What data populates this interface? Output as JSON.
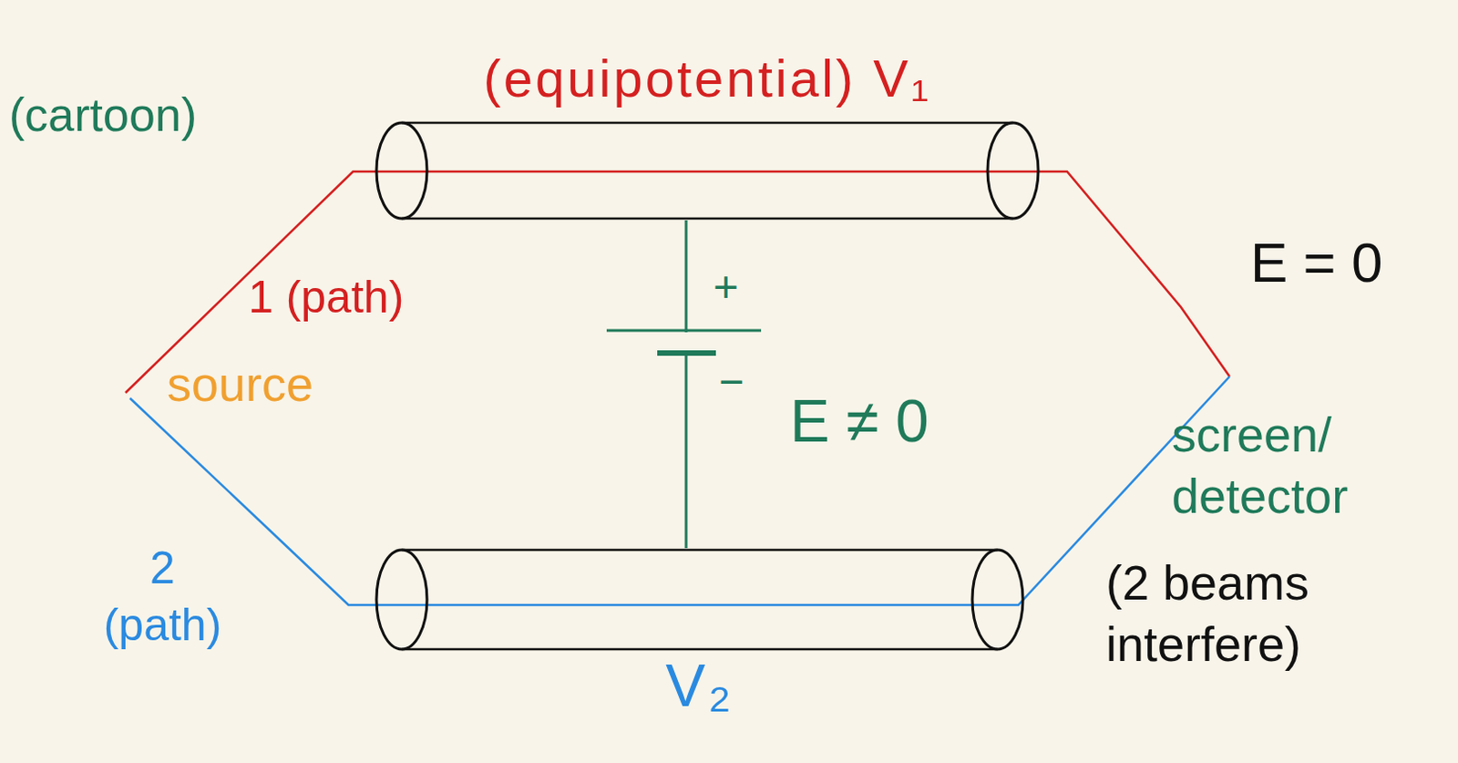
{
  "diagram": {
    "nodes": [
      {
        "text": [
          "(equipotential) V₁"
        ]
      },
      {
        "text": [
          "V₂"
        ]
      }
    ],
    "edges": [
      {
        "from": 0,
        "to": 1,
        "arrow": "none"
      }
    ],
    "labels": [
      "(cartoon)",
      "1 (path)",
      "source",
      "E = 0",
      "E ≠ 0",
      "+",
      "−",
      "2 (path)",
      "screen/ detector",
      "(2 beams interfere)"
    ]
  }
}
